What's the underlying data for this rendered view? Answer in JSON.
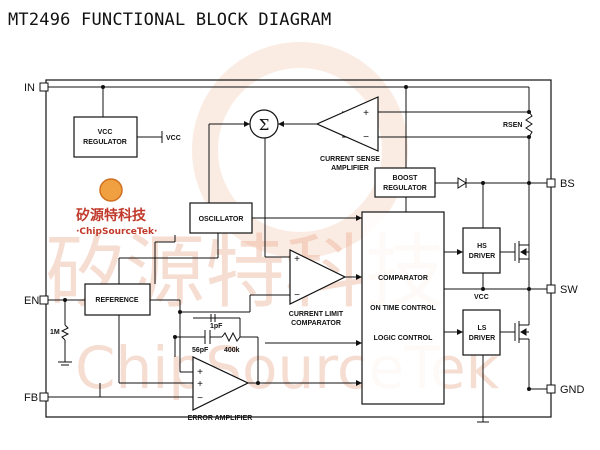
{
  "title": "MT2496 FUNCTIONAL BLOCK DIAGRAM",
  "pins": {
    "in": "IN",
    "en": "EN",
    "fb": "FB",
    "bs": "BS",
    "sw": "SW",
    "gnd": "GND"
  },
  "blocks": {
    "vcc_regulator": [
      "VCC",
      "REGULATOR"
    ],
    "vcc_out": "VCC",
    "oscillator": "OSCILLATOR",
    "reference": "REFERENCE",
    "boost_regulator": [
      "BOOST",
      "REGULATOR"
    ],
    "current_sense_amp": [
      "CURRENT SENSE",
      "AMPLIFIER"
    ],
    "current_limit_comp": [
      "CURRENT LIMIT",
      "COMPARATOR"
    ],
    "error_amplifier": "ERROR AMPLIFIER",
    "logic_lines": [
      "COMPARATOR",
      "ON TIME CONTROL",
      "LOGIC CONTROL"
    ],
    "hs_driver": [
      "HS",
      "DRIVER"
    ],
    "ls_driver": [
      "LS",
      "DRIVER"
    ],
    "driver_vcc": "VCC",
    "sum_symbol": "Σ"
  },
  "components": {
    "rsen": "RSEN",
    "r_1m": "1M",
    "c_1pf": "1pF",
    "c_56pf": "56pF",
    "r_400k": "400k"
  },
  "watermark": {
    "logo_cn": "矽源特科技",
    "logo_en": "·ChipSourceTek·",
    "big_cn": "矽源特科技",
    "big_en": "ChipSourceTek"
  }
}
